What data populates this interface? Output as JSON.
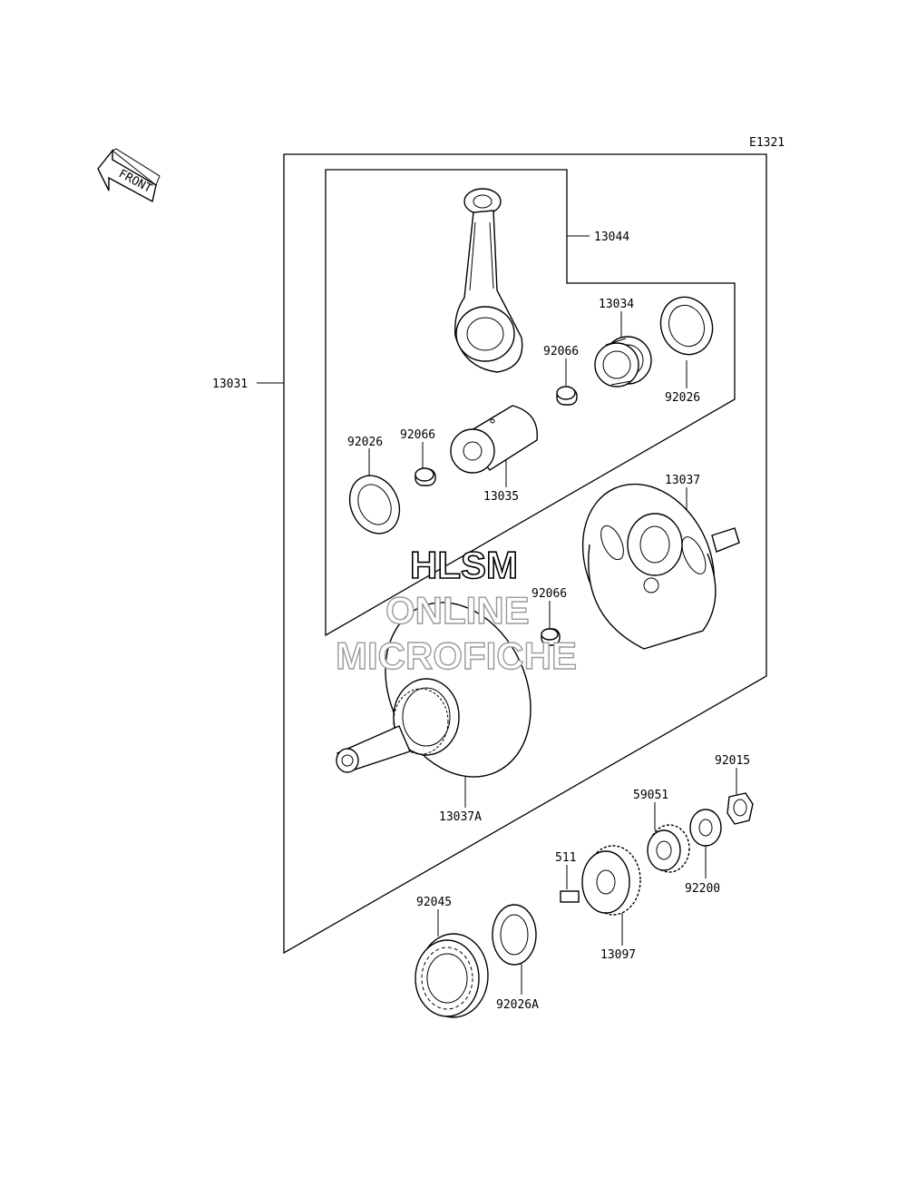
{
  "diagram_id": "E1321",
  "front_label": "FRONT",
  "watermark": {
    "line1": "HLSM",
    "line2": "ONLINE",
    "line3": "MICROFICHE"
  },
  "callouts": {
    "p13031": "13031",
    "p13044": "13044",
    "p13034": "13034",
    "p92066a": "92066",
    "p92026a": "92026",
    "p92026b": "92026",
    "p92066b": "92066",
    "p13035": "13035",
    "p13037": "13037",
    "p92066c": "92066",
    "p13037a": "13037A",
    "p92015": "92015",
    "p59051": "59051",
    "p511": "511",
    "p92200": "92200",
    "p92045": "92045",
    "p13097": "13097",
    "p92026a2": "92026A"
  }
}
